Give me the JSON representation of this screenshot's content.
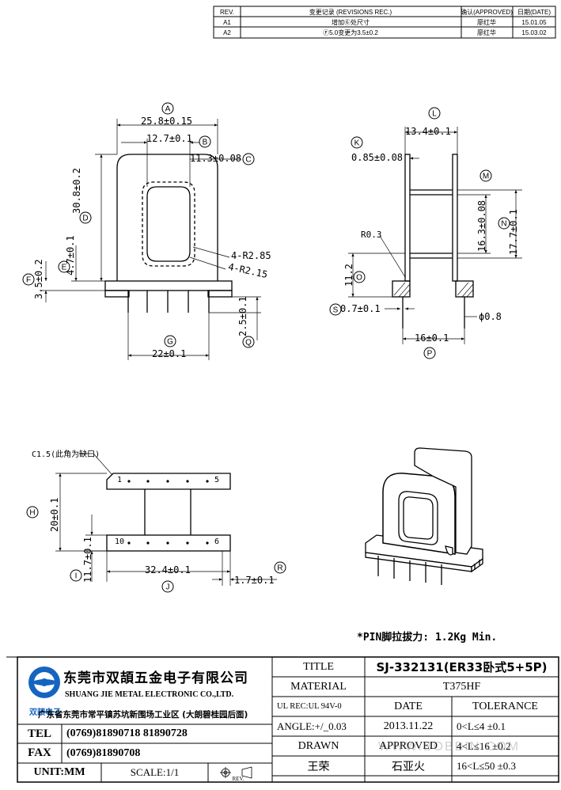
{
  "revision_table": {
    "headers": [
      "REV.",
      "变更记录 (REVISIONS REC.)",
      "确认(APPROVED)",
      "日期(DATE)"
    ],
    "rows": [
      {
        "rev": "A1",
        "desc": "增加⑥处尺寸",
        "approved": "廖红华",
        "date": "15.01.05"
      },
      {
        "rev": "A2",
        "desc": "Ⓕ5.0变更为3.5±0.2",
        "approved": "廖红华",
        "date": "15.03.02"
      }
    ]
  },
  "dimensions": {
    "A": "25.8±0.15",
    "B": "12.7±0.1",
    "C": "11.3±0.08",
    "D": "30.8±0.2",
    "E": "4.7±0.1",
    "F": "3.5±0.2",
    "G": "22±0.1",
    "Q": "2.5±0.1",
    "r1": "4-R2.85",
    "r2": "4-R2.15",
    "K": "0.85±0.08",
    "L": "13.4±0.1",
    "M": "16.3±0.08",
    "N": "17.7±0.1",
    "O": "11.2",
    "R03": "R0.3",
    "S": "0.7±0.1",
    "P": "16±0.1",
    "pin_dia": "ϕ0.8",
    "C15": "C1.5(此角为缺口)",
    "H": "20±0.1",
    "I": "11.7±0.1",
    "J": "32.4±0.1",
    "R": "1.7±0.1",
    "pin1": "1",
    "pin5": "5",
    "pin10": "10",
    "pin6": "6"
  },
  "markers": [
    "A",
    "B",
    "C",
    "D",
    "E",
    "F",
    "G",
    "Q",
    "K",
    "L",
    "M",
    "N",
    "O",
    "S",
    "P",
    "H",
    "I",
    "J",
    "R"
  ],
  "pin_note": "*PIN脚拉拔力: 1.2Kg Min.",
  "title_block": {
    "company_cn": "东莞市双頡五金电子有限公司",
    "company_en": "SHUANG JIE METAL ELECTRONIC CO.,LTD.",
    "logo_text": "双頡电子",
    "address": "广东省东莞市常平镇苏坑新围场工业区 (大朗碧桂园后面)",
    "tel_label": "TEL",
    "tel": "(0769)81890718 81890728",
    "fax_label": "FAX",
    "fax": "(0769)81890708",
    "unit": "UNIT:MM",
    "scale": "SCALE:1/1",
    "rev": "REV.",
    "title_label": "TITLE",
    "title_value": "SJ-332131(ER33卧式5+5P)",
    "material_label": "MATERIAL",
    "material_value": "T375HF",
    "ul": "UL REC:UL 94V-0",
    "date_label": "DATE",
    "tolerance_label": "TOLERANCE",
    "angle": "ANGLE:+/_0.03",
    "date_value": "2013.11.22",
    "tol1": "0<L≤4   ±0.1",
    "drawn_label": "DRAWN",
    "approved_label": "APPROVED",
    "tol2": "4<L≤16  ±0.2",
    "drawn_value": "王荣",
    "approved_value": "石亚火",
    "tol3": "16<L≤50 ±0.3",
    "watermark": "WWW.BOBBIN.COM"
  }
}
